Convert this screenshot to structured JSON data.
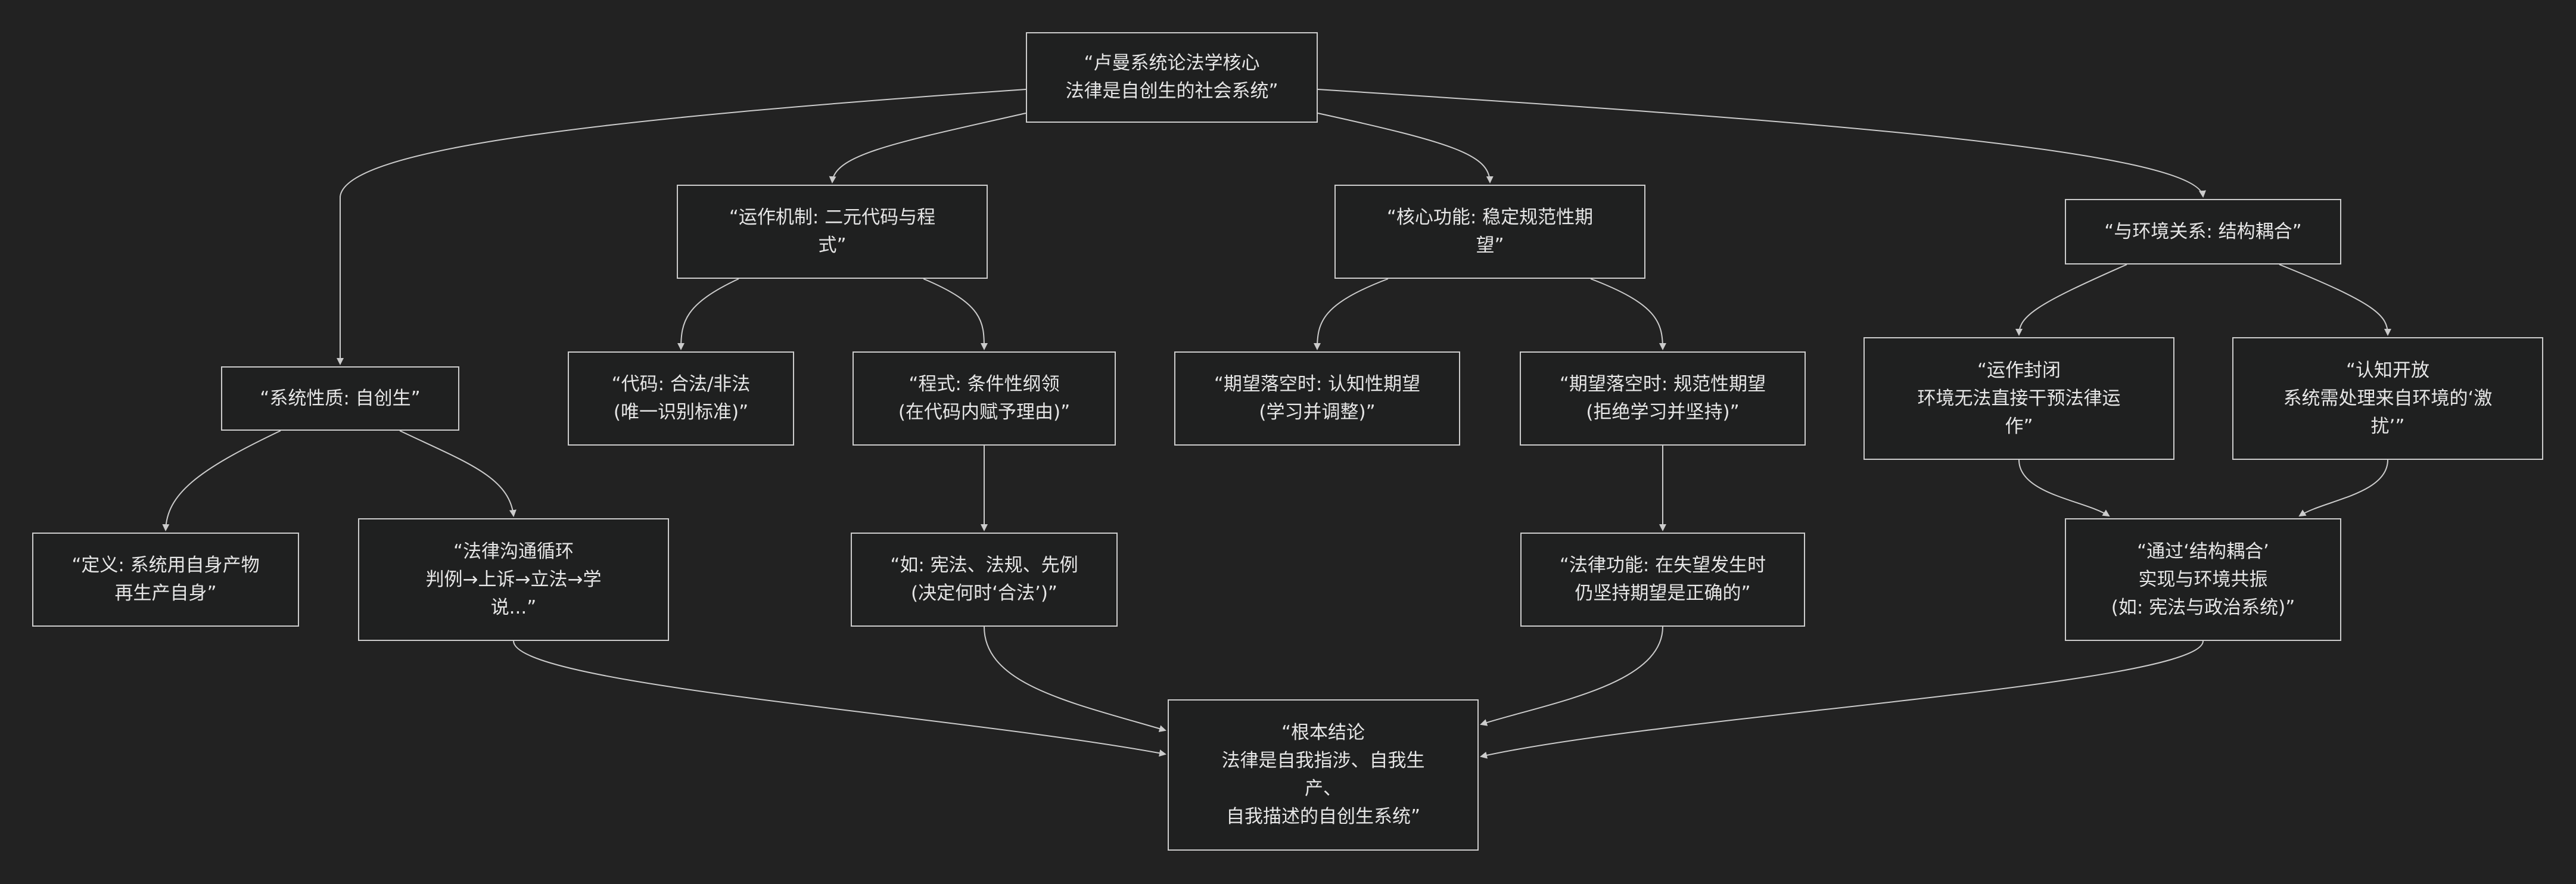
{
  "diagram": {
    "colors": {
      "background": "#222222",
      "node_fill": "#1f2020",
      "node_border": "#cccccc",
      "text": "#e6e6e6",
      "edge": "#cccccc"
    },
    "nodes": {
      "root": [
        "“卢曼系统论法学核心",
        "法律是自创生的社会系统”"
      ],
      "nature": [
        "“系统性质: 自创生”"
      ],
      "mechanism": [
        "“运作机制: 二元代码与程",
        "式”"
      ],
      "function": [
        "“核心功能: 稳定规范性期",
        "望”"
      ],
      "environment": [
        "“与环境关系: 结构耦合”"
      ],
      "definition": [
        "“定义: 系统用自身产物",
        "再生产自身”"
      ],
      "cycle": [
        "“法律沟通循环",
        "判例→上诉→立法→学",
        "说...”"
      ],
      "code": [
        "“代码: 合法/非法",
        "(唯一识别标准)”"
      ],
      "program": [
        "“程式: 条件性纲领",
        "(在代码内赋予理由)”"
      ],
      "program_example": [
        "“如: 宪法、法规、先例",
        "(决定何时‘合法’)”"
      ],
      "cognitive": [
        "“期望落空时: 认知性期望",
        "(学习并调整)”"
      ],
      "normative": [
        "“期望落空时: 规范性期望",
        "(拒绝学习并坚持)”"
      ],
      "law_function": [
        "“法律功能: 在失望发生时",
        "仍坚持期望是正确的”"
      ],
      "closure": [
        "“运作封闭",
        "环境无法直接干预法律运",
        "作”"
      ],
      "openness": [
        "“认知开放",
        "系统需处理来自环境的‘激",
        "扰’”"
      ],
      "coupling": [
        "“通过‘结构耦合’",
        "实现与环境共振",
        "(如: 宪法与政治系统)”"
      ],
      "conclusion": [
        "“根本结论",
        "法律是自我指涉、自我生",
        "产、",
        "自我描述的自创生系统”"
      ]
    },
    "edges": [
      [
        "root",
        "nature"
      ],
      [
        "root",
        "mechanism"
      ],
      [
        "root",
        "function"
      ],
      [
        "root",
        "environment"
      ],
      [
        "nature",
        "definition"
      ],
      [
        "nature",
        "cycle"
      ],
      [
        "mechanism",
        "code"
      ],
      [
        "mechanism",
        "program"
      ],
      [
        "program",
        "program_example"
      ],
      [
        "function",
        "cognitive"
      ],
      [
        "function",
        "normative"
      ],
      [
        "normative",
        "law_function"
      ],
      [
        "environment",
        "closure"
      ],
      [
        "environment",
        "openness"
      ],
      [
        "closure",
        "coupling"
      ],
      [
        "openness",
        "coupling"
      ],
      [
        "cycle",
        "conclusion"
      ],
      [
        "program_example",
        "conclusion"
      ],
      [
        "law_function",
        "conclusion"
      ],
      [
        "coupling",
        "conclusion"
      ]
    ]
  }
}
